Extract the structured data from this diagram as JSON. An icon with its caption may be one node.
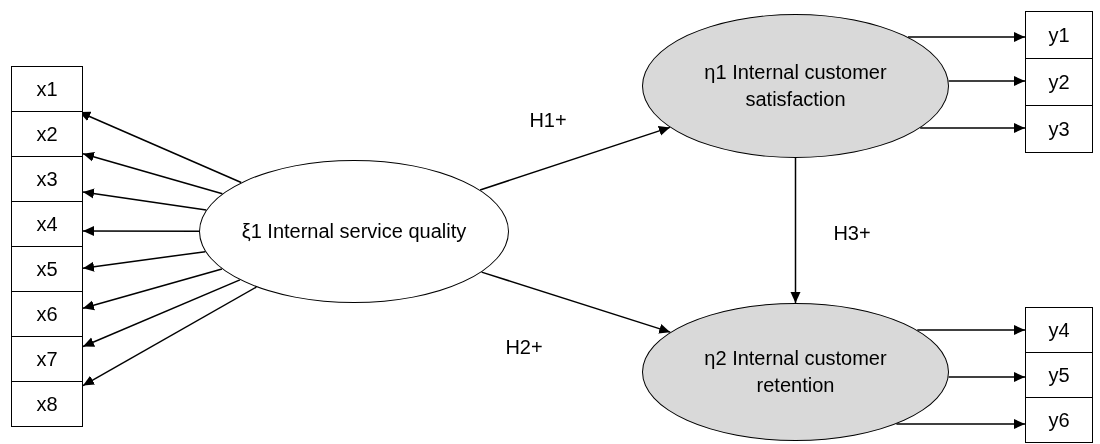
{
  "diagram": {
    "nodes": [
      {
        "text": [
          "x1"
        ]
      },
      {
        "text": [
          "x2"
        ]
      },
      {
        "text": [
          "x3"
        ]
      },
      {
        "text": [
          "x4"
        ]
      },
      {
        "text": [
          "x5"
        ]
      },
      {
        "text": [
          "x6"
        ]
      },
      {
        "text": [
          "x7"
        ]
      },
      {
        "text": [
          "x8"
        ]
      },
      {
        "text": [
          "ξ1 Internal service quality"
        ]
      },
      {
        "text": [
          "η1 Internal customer satisfaction"
        ]
      },
      {
        "text": [
          "η2 Internal customer retention"
        ]
      },
      {
        "text": [
          "y1"
        ]
      },
      {
        "text": [
          "y2"
        ]
      },
      {
        "text": [
          "y3"
        ]
      },
      {
        "text": [
          "y4"
        ]
      },
      {
        "text": [
          "y5"
        ]
      },
      {
        "text": [
          "y6"
        ]
      }
    ],
    "edges": [
      {
        "from": 8,
        "to": 0,
        "arrow": "to"
      },
      {
        "from": 8,
        "to": 1,
        "arrow": "to"
      },
      {
        "from": 8,
        "to": 2,
        "arrow": "to"
      },
      {
        "from": 8,
        "to": 3,
        "arrow": "to"
      },
      {
        "from": 8,
        "to": 4,
        "arrow": "to"
      },
      {
        "from": 8,
        "to": 5,
        "arrow": "to"
      },
      {
        "from": 8,
        "to": 6,
        "arrow": "to"
      },
      {
        "from": 8,
        "to": 7,
        "arrow": "to"
      },
      {
        "from": 8,
        "to": 9,
        "arrow": "to",
        "label": "H1+"
      },
      {
        "from": 8,
        "to": 10,
        "arrow": "to",
        "label": "H2+"
      },
      {
        "from": 9,
        "to": 10,
        "arrow": "to",
        "label": "H3+"
      },
      {
        "from": 9,
        "to": 11,
        "arrow": "to"
      },
      {
        "from": 9,
        "to": 12,
        "arrow": "to"
      },
      {
        "from": 9,
        "to": 13,
        "arrow": "to"
      },
      {
        "from": 10,
        "to": 14,
        "arrow": "to"
      },
      {
        "from": 10,
        "to": 15,
        "arrow": "to"
      },
      {
        "from": 10,
        "to": 16,
        "arrow": "to"
      }
    ]
  }
}
